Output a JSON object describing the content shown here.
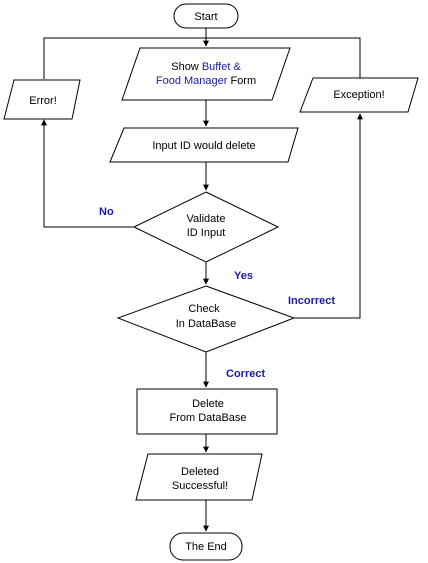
{
  "flowchart": {
    "start": "Start",
    "show_form": {
      "prefix": "Show",
      "highlight_1": "Buffet  &",
      "highlight_2": "Food  Manager",
      "suffix": "Form"
    },
    "input_id": "Input ID would delete",
    "validate": [
      "Validate",
      "ID Input"
    ],
    "check_db": [
      "Check",
      "In DataBase"
    ],
    "delete_db": [
      "Delete",
      "From DataBase"
    ],
    "deleted": [
      "Deleted",
      "Successful!"
    ],
    "end": "The End",
    "error": "Error!",
    "exception": "Exception!",
    "edge_labels": {
      "no": "No",
      "yes": "Yes",
      "incorrect": "Incorrect",
      "correct": "Correct"
    },
    "colors": {
      "label_blue": "#1a1aa6",
      "stroke": "#000000",
      "fill": "#ffffff"
    }
  }
}
